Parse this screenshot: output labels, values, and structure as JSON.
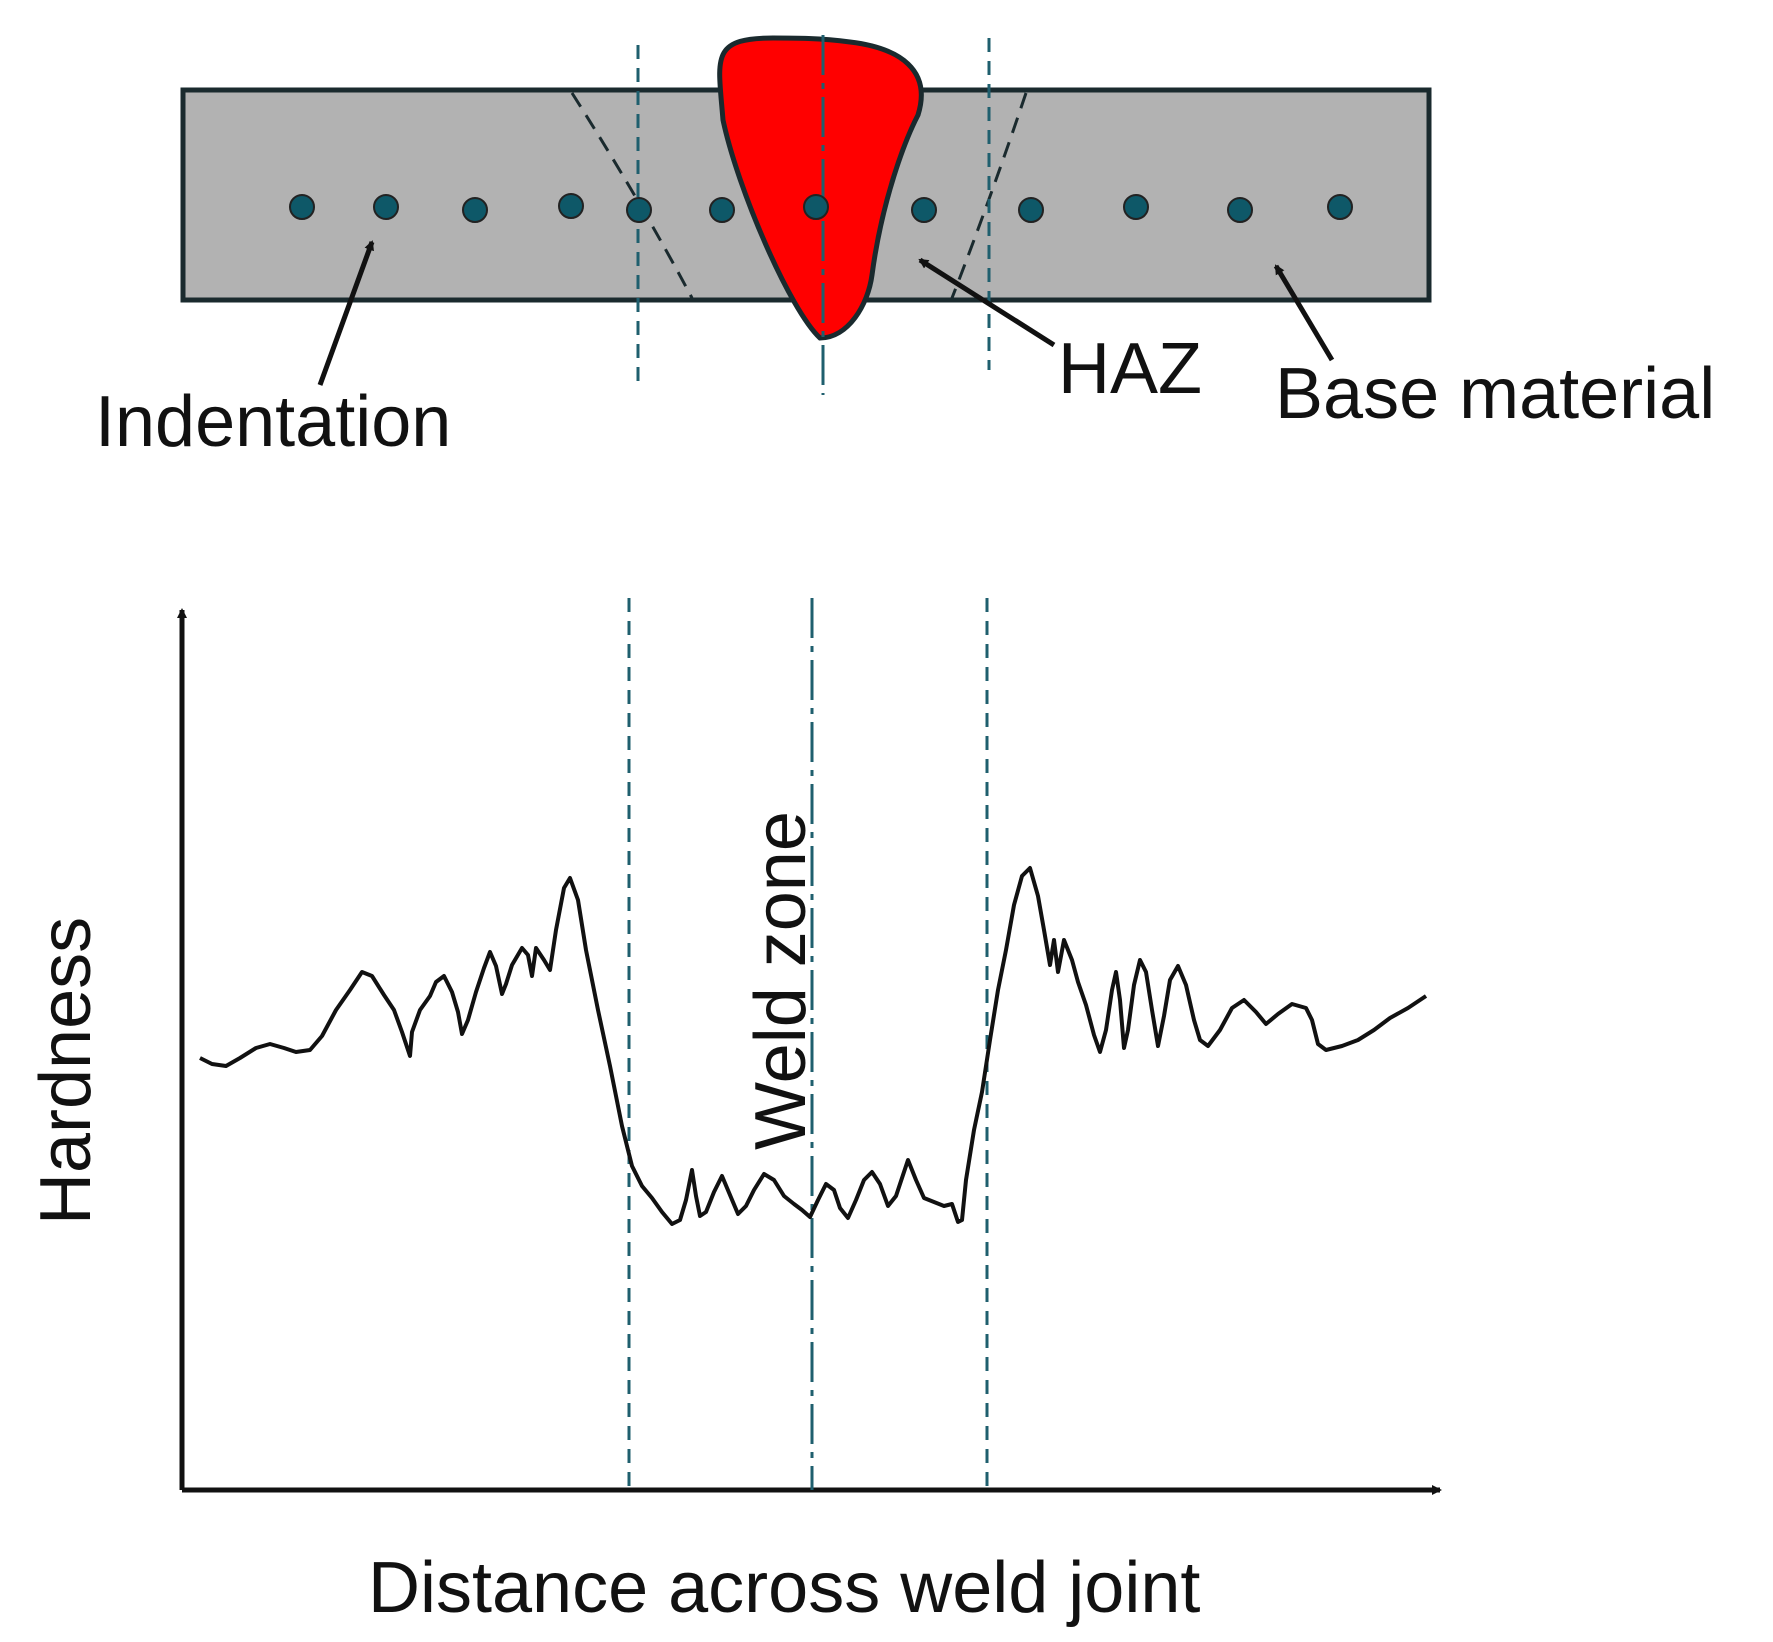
{
  "labels": {
    "indentation": "Indentation",
    "haz": "HAZ",
    "base_material": "Base material",
    "weld_zone": "Weld zone",
    "y_axis": "Hardness",
    "x_axis": "Distance across weld joint"
  },
  "colors": {
    "plate_fill": "#b2b2b2",
    "plate_stroke": "#1a2a2e",
    "weld_fill": "#ff0000",
    "indent_dot": "#0e5868",
    "guide_line": "#1f5f6e",
    "curve": "#111111"
  },
  "indentation_count": 12
}
